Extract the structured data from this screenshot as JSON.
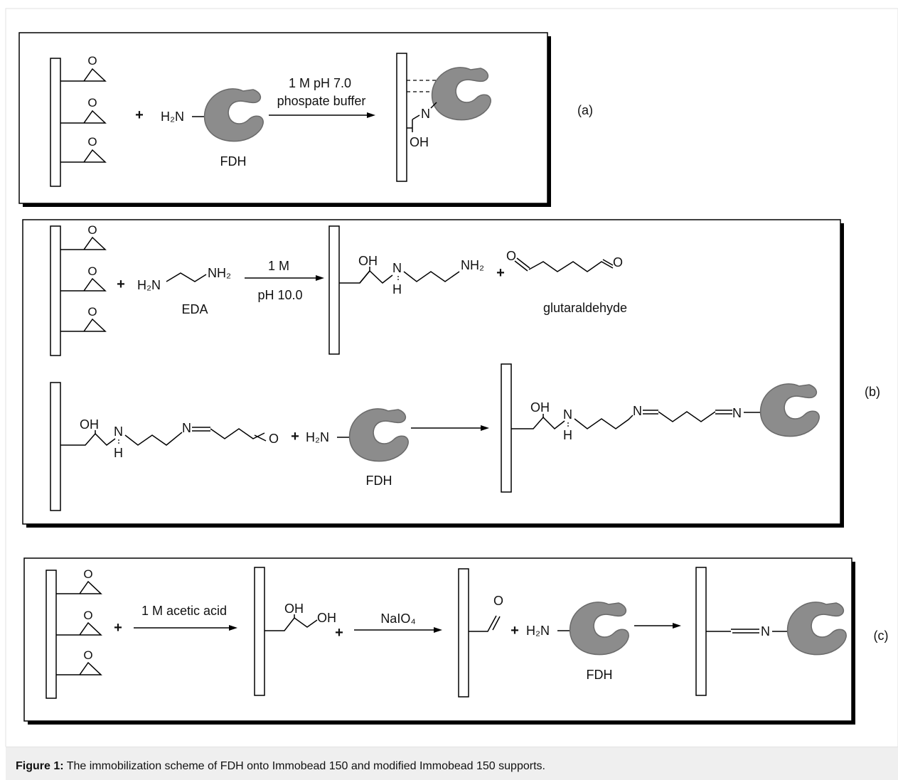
{
  "panel_a": {
    "label": "(a)",
    "h2n": "H₂N",
    "enzyme": "FDH",
    "condition_line1": "1 M pH 7.0",
    "condition_line2": "phospate buffer",
    "product_n": "N",
    "product_oh": "OH",
    "plus": "+"
  },
  "panel_b": {
    "label": "(b)",
    "eda_formula_left": "H₂N",
    "eda_formula_right": "NH₂",
    "eda_name": "EDA",
    "condition_line1": "1 M",
    "condition_line2": "pH 10.0",
    "oh": "OH",
    "n": "N",
    "h": "H",
    "nh2": "NH₂",
    "o": "O",
    "glutaraldehyde": "glutaraldehyde",
    "h2n": "H₂N",
    "enzyme": "FDH",
    "plus": "+"
  },
  "panel_c": {
    "label": "(c)",
    "reagent1": "1 M acetic acid",
    "oh": "OH",
    "reagent2": "NaIO₄",
    "o": "O",
    "h2n": "H₂N",
    "n": "N",
    "enzyme": "FDH",
    "plus": "+"
  },
  "caption": {
    "label": "Figure 1:",
    "text": "The immobilization scheme of FDH onto Immobead 150 and modified Immobead 150 supports."
  }
}
